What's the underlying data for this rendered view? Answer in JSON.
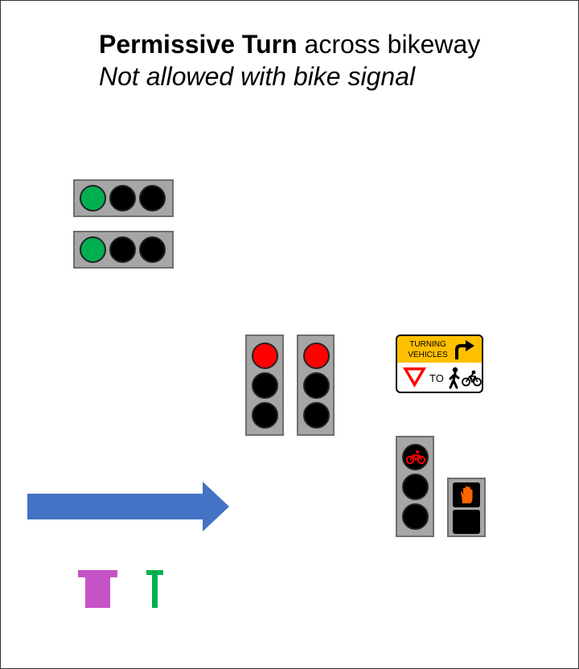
{
  "title": {
    "bold_part": "Permissive Turn",
    "rest": " across bikeway"
  },
  "subtitle": "Not allowed with bike signal",
  "signals": {
    "through_vehicle_upper": {
      "lamps": [
        "green",
        "off",
        "off"
      ]
    },
    "through_vehicle_lower": {
      "lamps": [
        "green",
        "off",
        "off"
      ]
    },
    "turn_signal_left": {
      "lamps": [
        "red",
        "off",
        "off"
      ]
    },
    "turn_signal_right": {
      "lamps": [
        "red",
        "off",
        "off"
      ]
    },
    "bike_signal": {
      "lamps": [
        "red-bicycle",
        "off",
        "off"
      ]
    },
    "pedestrian_signal": {
      "state": "dont-walk-hand",
      "hand_color": "#ff6600"
    }
  },
  "sign": {
    "line1": "TURNING",
    "line2": "VEHICLES",
    "to_label": "TO",
    "arrow_icon": "right-turn-arrow-icon",
    "yield_icon": "yield-triangle-icon",
    "pedestrian_icon": "pedestrian-icon",
    "bicycle_icon": "bicycle-icon",
    "background_color": "#ffc000"
  },
  "arrow": {
    "direction": "right",
    "color": "#4472c4"
  },
  "legend_icons": [
    {
      "name": "wide-post-marker",
      "color": "#c653c6"
    },
    {
      "name": "narrow-post-marker",
      "color": "#00b050"
    }
  ]
}
